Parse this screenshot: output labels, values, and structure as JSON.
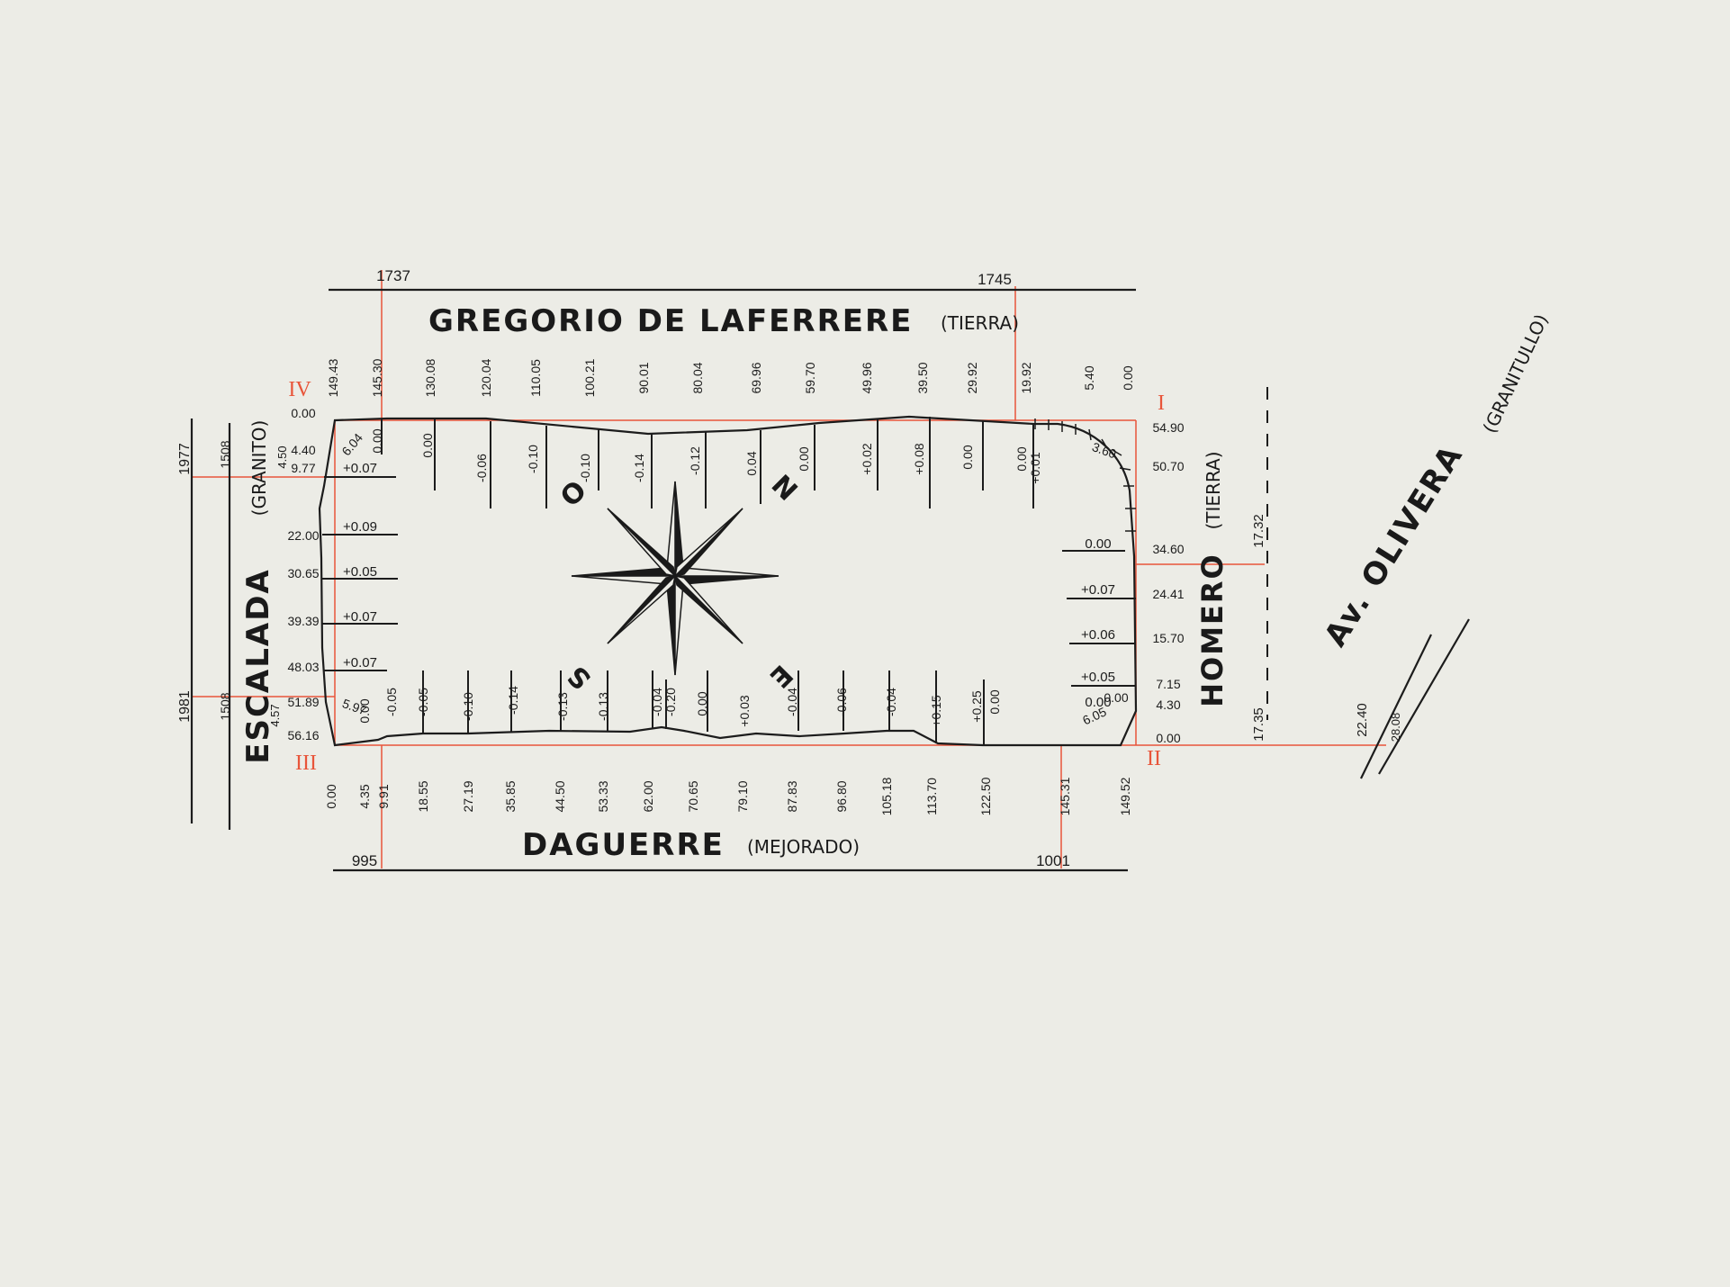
{
  "streets": {
    "north": {
      "name": "GREGORIO DE LAFERRERE",
      "surface": "(TIERRA)"
    },
    "south": {
      "name": "DAGUERRE",
      "surface": "(MEJORADO)"
    },
    "west": {
      "name": "ESCALADA",
      "surface": "(GRANITO)"
    },
    "east": {
      "name": "HOMERO",
      "surface": "(TIERRA)"
    },
    "avenue": {
      "name": "Av. OLIVERA",
      "surface": "(GRANITULLO)"
    }
  },
  "corners": [
    "I",
    "II",
    "III",
    "IV"
  ],
  "compass": [
    "N",
    "S",
    "E",
    "O"
  ],
  "house_numbers": {
    "north_left": "1737",
    "north_right": "1745",
    "south_left": "995",
    "south_right": "1001",
    "west_top": "1977",
    "west_bottom": "1981",
    "west_top_inner": "1508",
    "west_bottom_inner": "1508",
    "west_small_top": "4.50",
    "west_small_bottom": "4.57",
    "east_top": "17.32",
    "east_bottom": "17.35",
    "avenue_a": "22.40",
    "avenue_b": "28.08"
  },
  "north_stations": [
    "149.43",
    "145.30",
    "130.08",
    "120.04",
    "110.05",
    "100.21",
    "90.01",
    "80.04",
    "69.96",
    "59.70",
    "49.96",
    "39.50",
    "29.92",
    "19.92",
    "5.40",
    "0.00"
  ],
  "north_levels": [
    "6.04",
    "0.00",
    "0.00",
    "-0.06",
    "-0.10",
    "-0.10",
    "-0.14",
    "-0.12",
    "0.04",
    "0.00",
    "+0.02",
    "+0.08",
    "0.00",
    "0.00",
    "+0.01",
    "3.60"
  ],
  "south_stations": [
    "0.00",
    "4.35",
    "9.91",
    "18.55",
    "27.19",
    "35.85",
    "44.50",
    "53.33",
    "62.00",
    "70.65",
    "79.10",
    "87.83",
    "96.80",
    "105.18",
    "113.70",
    "122.50",
    "145.31",
    "149.52"
  ],
  "south_levels": [
    "5.97",
    "0.00",
    "-0.05",
    "-0.05",
    "-0.10",
    "-0.14",
    "-0.13",
    "-0.13",
    "-0.04",
    "-0.20",
    "0.00",
    "+0.03",
    "-0.04",
    "-0.06",
    "-0.04",
    "+0.15",
    "+0.25",
    "0.00",
    "6.05",
    "0.00"
  ],
  "west_stations": [
    "0.00",
    "4.40",
    "9.77",
    "22.00",
    "30.65",
    "39.39",
    "48.03",
    "51.89",
    "56.16"
  ],
  "west_levels": [
    "+0.07",
    "+0.09",
    "+0.05",
    "+0.07",
    "+0.07"
  ],
  "east_stations": [
    "54.90",
    "50.70",
    "34.60",
    "24.41",
    "15.70",
    "7.15",
    "4.30",
    "0.00"
  ],
  "east_levels": [
    "0.00",
    "+0.07",
    "+0.06",
    "+0.05",
    "0.00"
  ]
}
